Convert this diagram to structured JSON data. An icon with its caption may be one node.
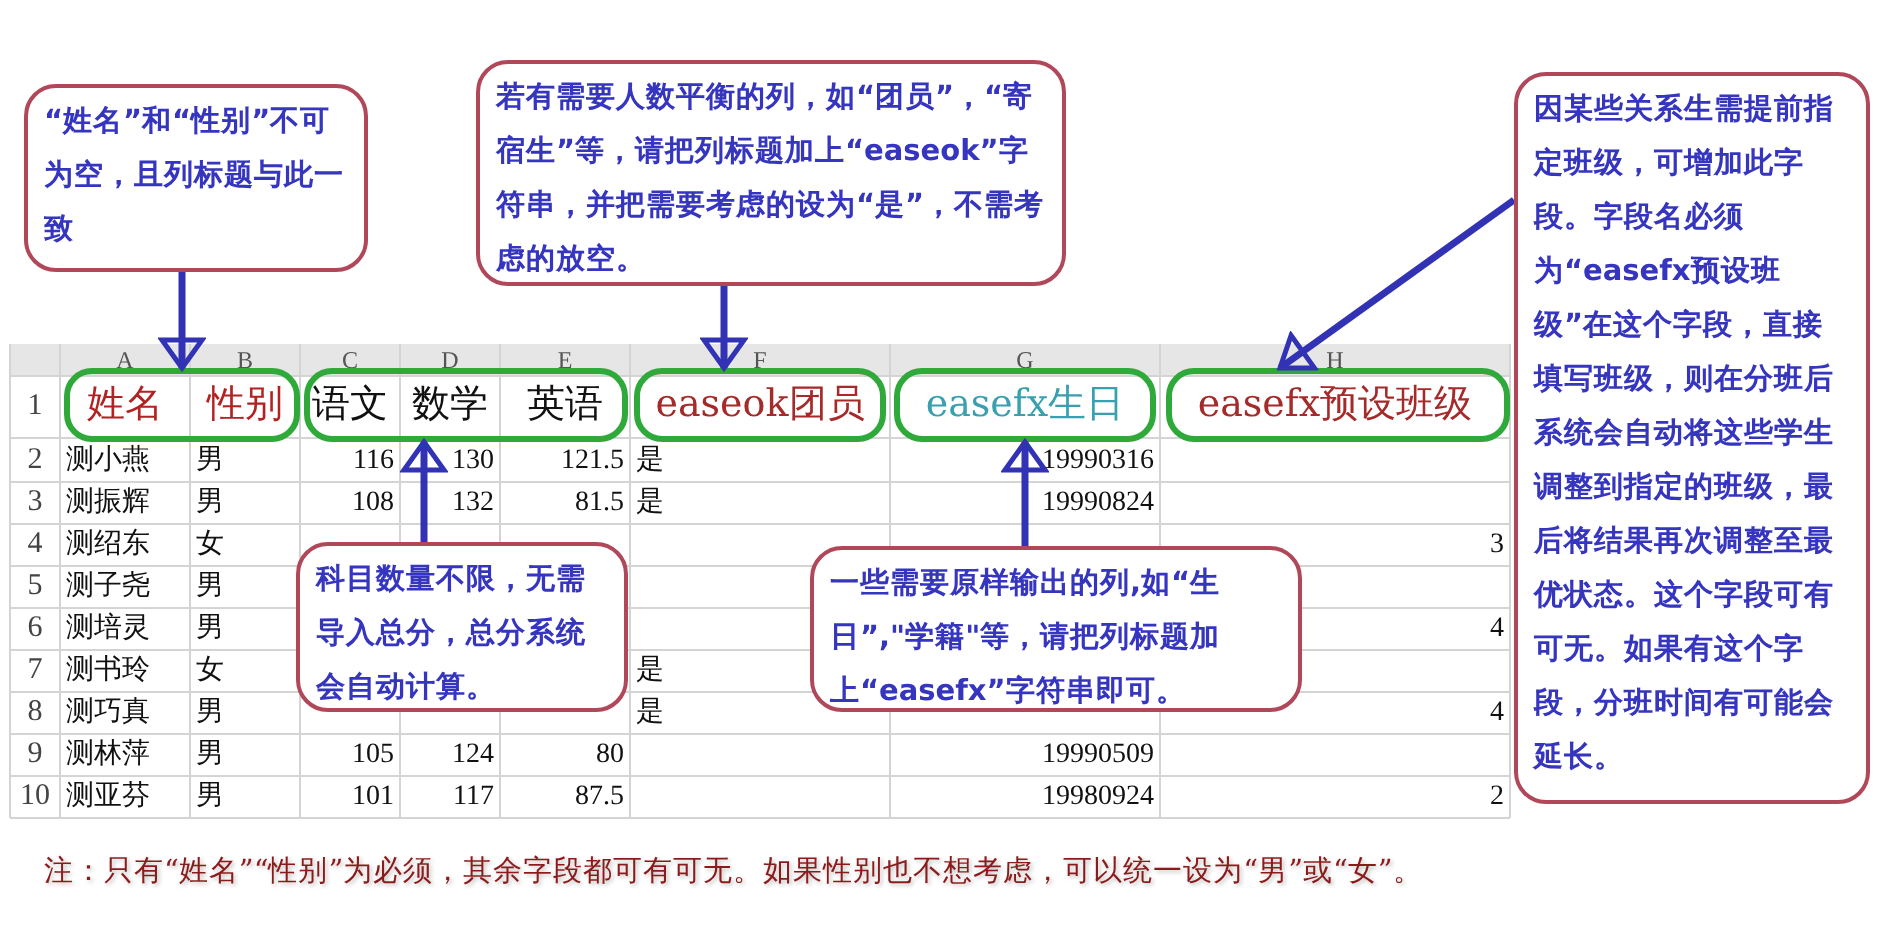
{
  "diagram": {
    "nodes": [
      {
        "text": [
          "“姓名”和“性别”不可为空，且列标题与此一致"
        ]
      },
      {
        "text": [
          "若有需要人数平衡的列，如“团员”，“寄宿生”等，请把列标题加上“easeok”字符串，并把需要考虑的设为“是”，不需考虑的放空。"
        ]
      },
      {
        "text": [
          "因某些关系生需提前指定班级，可增加此字段。字段名必须为“easefx预设班级”在这个字段，直接填写班级，则在分班后系统会自动将这些学生调整到指定的班级，最后将结果再次调整至最优状态。这个字段可有可无。如果有这个字段，分班时间有可能会延长。"
        ]
      },
      {
        "text": [
          "姓名",
          "性别"
        ]
      },
      {
        "text": [
          "语文",
          "数学",
          "英语"
        ]
      },
      {
        "text": [
          "easeok团员"
        ]
      },
      {
        "text": [
          "easefx生日"
        ]
      },
      {
        "text": [
          "easefx预设班级"
        ]
      },
      {
        "text": [
          "科目数量不限，无需导入总分，总分系统会自动计算。"
        ]
      },
      {
        "text": [
          "一些需要原样输出的列,如“生日”,\"学籍\"等，请把列标题加上“easefx”字符串即可。"
        ]
      }
    ],
    "edges": [
      {
        "from": 0,
        "to": 3,
        "arrow": "to"
      },
      {
        "from": 1,
        "to": 5,
        "arrow": "to"
      },
      {
        "from": 2,
        "to": 7,
        "arrow": "to"
      },
      {
        "from": 8,
        "to": 4,
        "arrow": "to"
      },
      {
        "from": 9,
        "to": 6,
        "arrow": "to"
      }
    ],
    "labels": [
      "A",
      "B",
      "C",
      "D",
      "E",
      "F",
      "G",
      "H",
      "1",
      "2",
      "测小燕",
      "男",
      "116",
      "130",
      "121.5",
      "是",
      "19990316",
      "3",
      "测振辉",
      "男",
      "108",
      "132",
      "81.5",
      "是",
      "19990824",
      "4",
      "测绍东",
      "女",
      "3",
      "5",
      "测子尧",
      "男",
      "6",
      "测培灵",
      "男",
      "4",
      "7",
      "测书玲",
      "女",
      "是",
      "8",
      "测巧真",
      "男",
      "是",
      "4",
      "9",
      "测林萍",
      "男",
      "105",
      "124",
      "80",
      "19990509",
      "10",
      "测亚芬",
      "男",
      "101",
      "117",
      "87.5",
      "19980924",
      "2",
      "注：只有“姓名”“性别”为必须，其余字段都可有可无。如果性别也不想考虑，可以统一设为“男”或“女”。"
    ]
  }
}
